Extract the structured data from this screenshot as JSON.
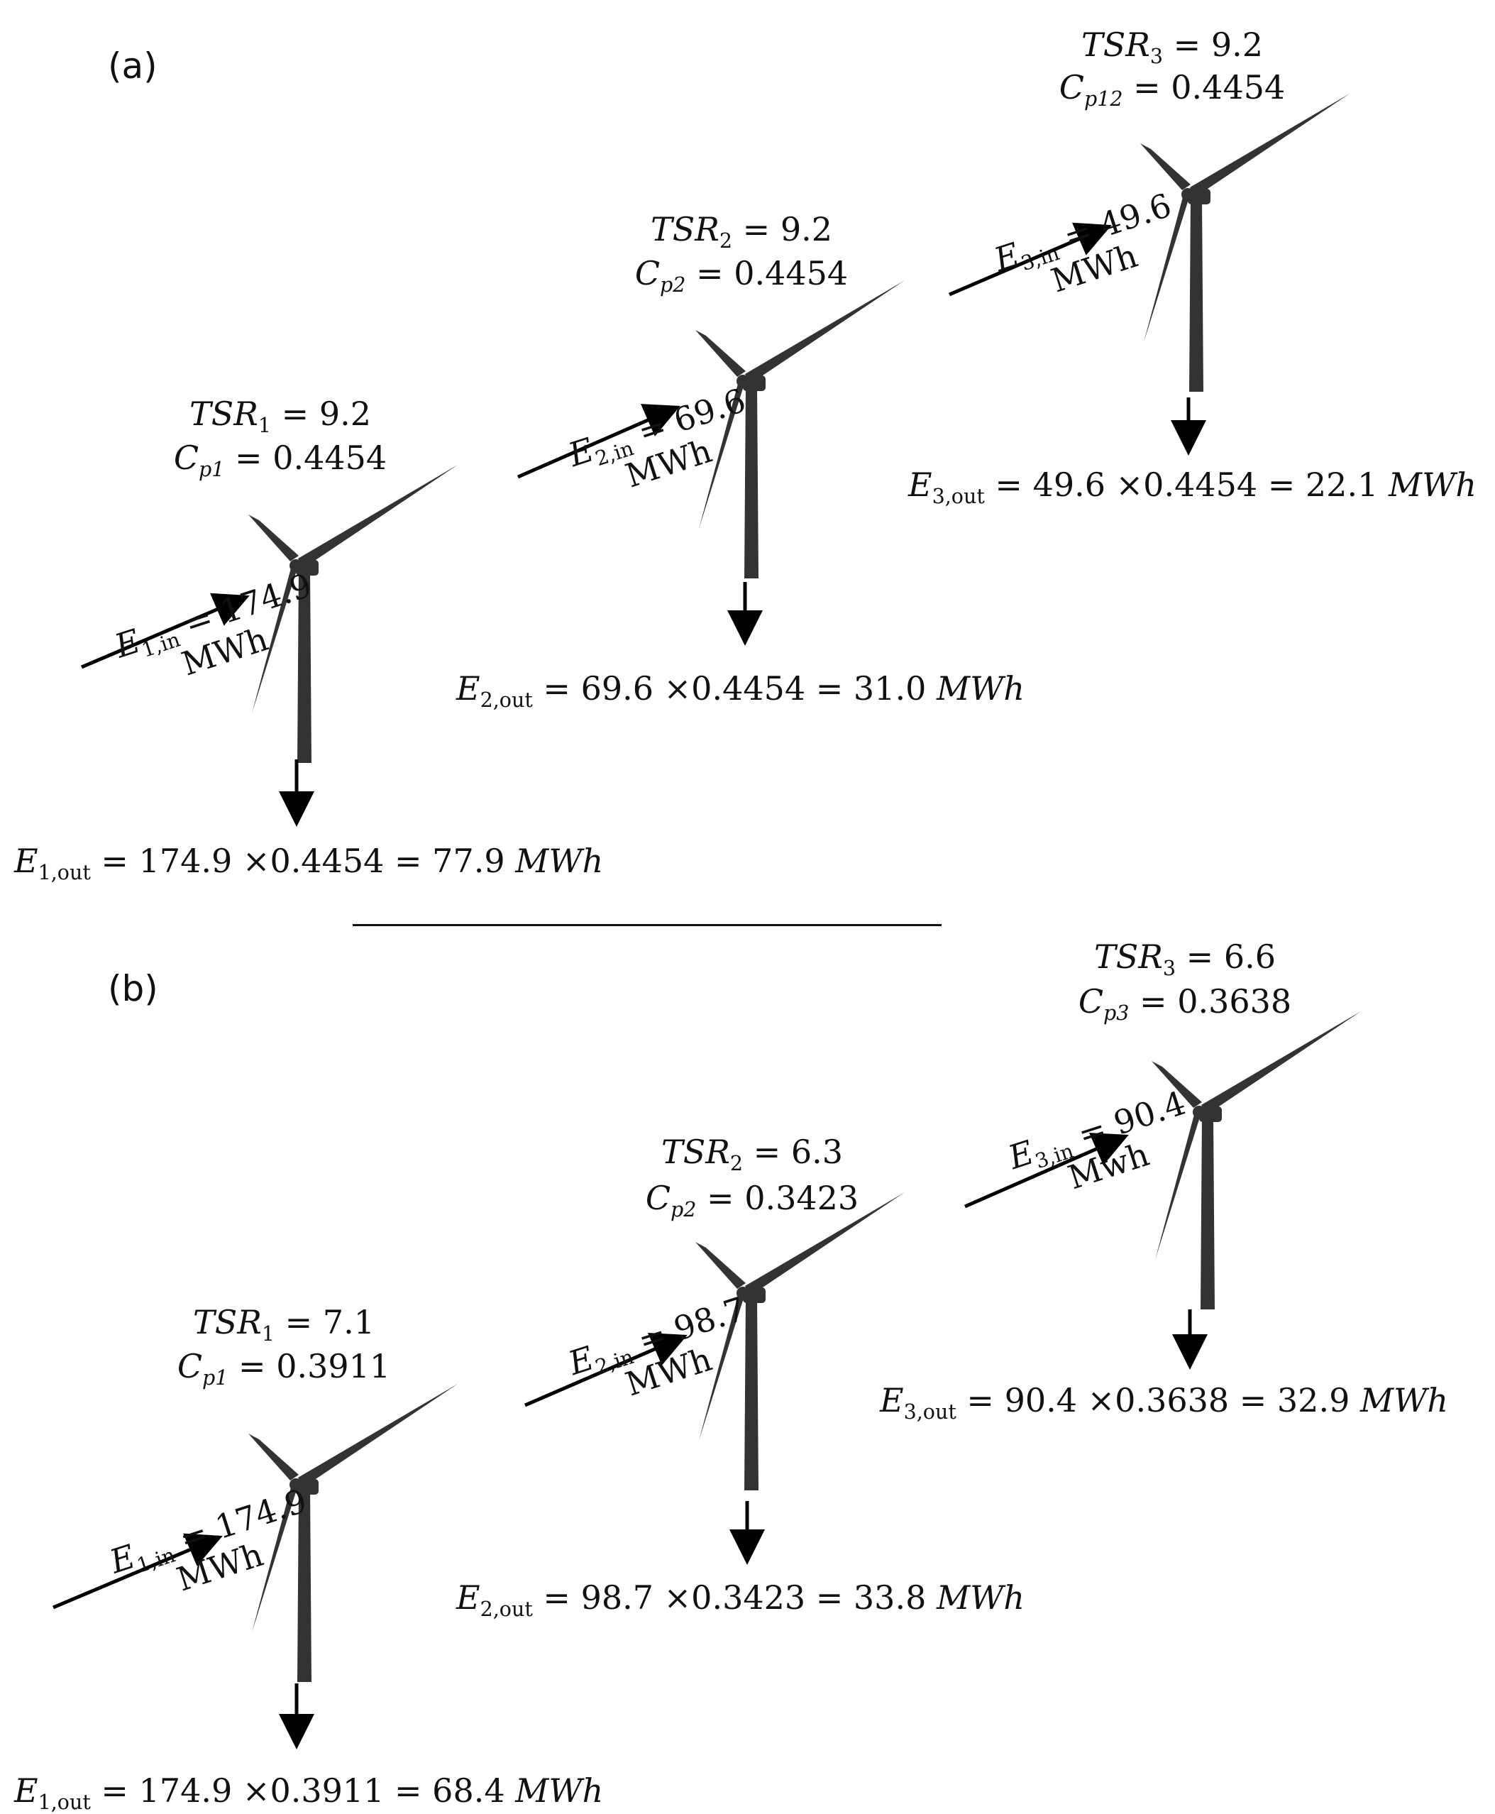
{
  "colors": {
    "turbine": "#333333",
    "text": "#111111",
    "arrow": "#000000"
  },
  "panels": [
    {
      "label": "(a)",
      "turbines": [
        {
          "tsr_sub": "1",
          "tsr_value": "= 9.2",
          "cp_sub": "p1",
          "cp_value": "= 0.4454",
          "ein_sub": "1,in",
          "ein_value": "= 174.9",
          "ein_unit": "MWh",
          "eout_sub": "1,out",
          "eout_expr": "= 174.9 ×0.4454 = 77.9",
          "eout_unit": "MWh"
        },
        {
          "tsr_sub": "2",
          "tsr_value": "= 9.2",
          "cp_sub": "p2",
          "cp_value": "= 0.4454",
          "ein_sub": "2,in",
          "ein_value": "= 69.6",
          "ein_unit": "MWh",
          "eout_sub": "2,out",
          "eout_expr": "= 69.6 ×0.4454 = 31.0",
          "eout_unit": "MWh"
        },
        {
          "tsr_sub": "3",
          "tsr_value": "= 9.2",
          "cp_sub": "p12",
          "cp_value": "= 0.4454",
          "ein_sub": "3,in",
          "ein_value": "= 49.6",
          "ein_unit": "MWh",
          "eout_sub": "3,out",
          "eout_expr": "= 49.6 ×0.4454 = 22.1",
          "eout_unit": "MWh"
        }
      ]
    },
    {
      "label": "(b)",
      "turbines": [
        {
          "tsr_sub": "1",
          "tsr_value": "= 7.1",
          "cp_sub": "p1",
          "cp_value": "= 0.3911",
          "ein_sub": "1,in",
          "ein_value": "= 174.9",
          "ein_unit": "MWh",
          "eout_sub": "1,out",
          "eout_expr": "= 174.9 ×0.3911 = 68.4",
          "eout_unit": "MWh"
        },
        {
          "tsr_sub": "2",
          "tsr_value": "= 6.3",
          "cp_sub": "p2",
          "cp_value": "= 0.3423",
          "ein_sub": "2,in",
          "ein_value": "= 98.7",
          "ein_unit": "MWh",
          "eout_sub": "2,out",
          "eout_expr": "= 98.7 ×0.3423 = 33.8",
          "eout_unit": "MWh"
        },
        {
          "tsr_sub": "3",
          "tsr_value": "= 6.6",
          "cp_sub": "p3",
          "cp_value": "= 0.3638",
          "ein_sub": "3,in",
          "ein_value": "= 90.4",
          "ein_unit": "Mwh",
          "eout_sub": "3,out",
          "eout_expr": "= 90.4 ×0.3638 = 32.9",
          "eout_unit": "MWh"
        }
      ]
    }
  ]
}
